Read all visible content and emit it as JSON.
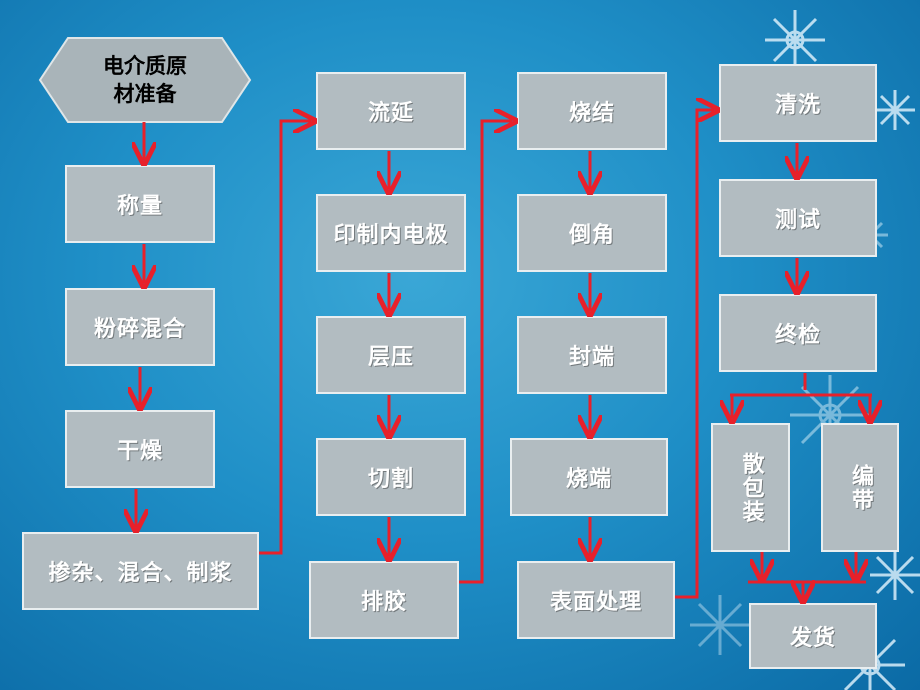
{
  "colors": {
    "arrow": "#e8202a",
    "box_fill": "#b2bcc1",
    "box_border": "#e9eef0",
    "hexagon_fill": "#a9b4b9",
    "background": "#1f8fc7"
  },
  "start": {
    "label": "电介质原\n材准备"
  },
  "column1": {
    "weigh": "称量",
    "crush_mix": "粉碎混合",
    "dry": "干燥",
    "dope_mix_slurry": "掺杂、混合、制浆"
  },
  "column2": {
    "cast": "流延",
    "print_electrode": "印制内电极",
    "laminate": "层压",
    "cut": "切割",
    "debind": "排胶"
  },
  "column3": {
    "sinter": "烧结",
    "chamfer": "倒角",
    "terminate": "封端",
    "fire_terminal": "烧端",
    "surface_treatment": "表面处理"
  },
  "column4": {
    "clean": "清洗",
    "test": "测试",
    "final_inspect": "终检",
    "bulk_pack": "散包装",
    "tape_reel": "编带",
    "ship": "发货"
  }
}
